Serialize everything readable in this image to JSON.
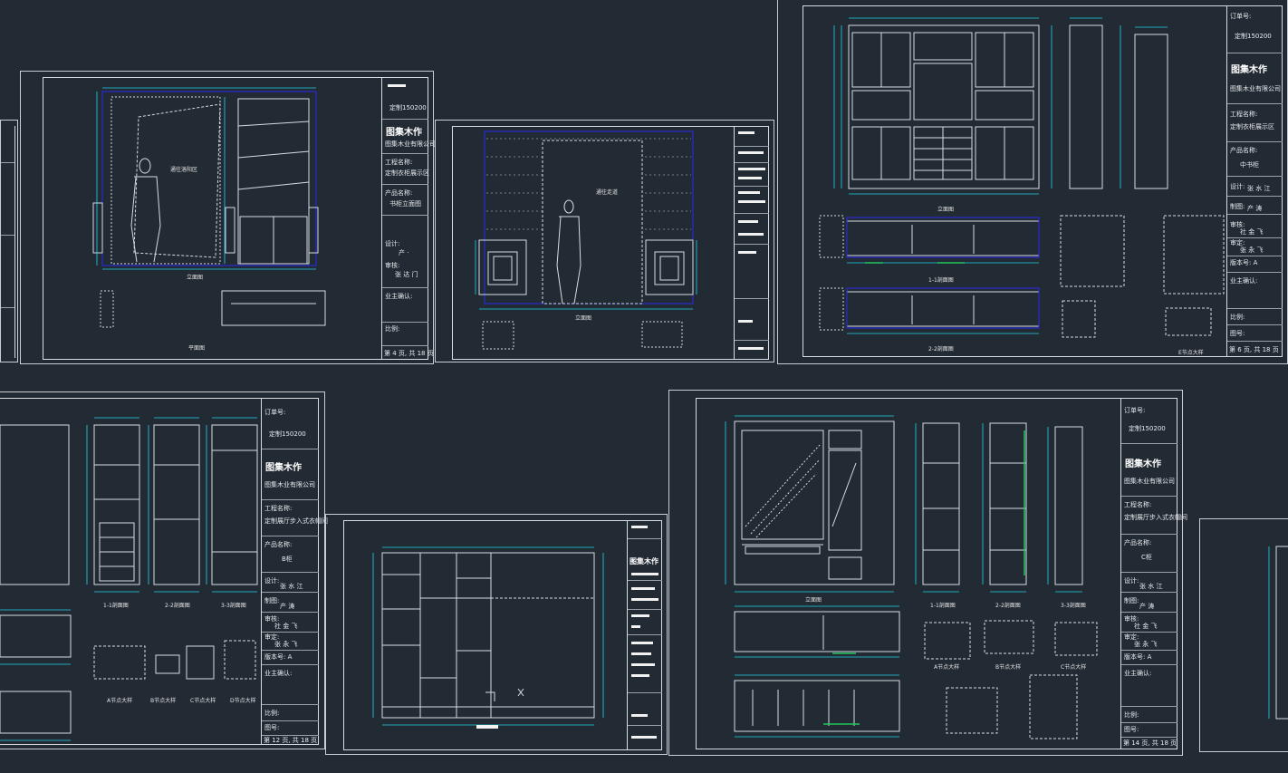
{
  "sheets": {
    "upper_left": {
      "labels": {
        "elevation_main": "通往洛阳区",
        "elevation_caption": "立面图",
        "plan_caption": "平面图"
      },
      "title_block": {
        "order_line": "定制150200",
        "company_logo": "图集木作",
        "company_name": "图集木业有限公司",
        "project_label": "工程名称:",
        "project_value": "定制衣柜展示区",
        "product_label": "产品名称:",
        "product_value": "书柜立面图",
        "designer_label": "设计:",
        "designer_value": "产 ·",
        "drafter_label": "审核:",
        "drafter_value": "张 达 门",
        "notes_label": "业主确认:",
        "scale_label": "比例:",
        "page_line": "第 4 页, 共 18 页"
      }
    },
    "upper_middle": {
      "labels": {
        "elevation_main": "通往走道",
        "elevation_caption": "立面图"
      }
    },
    "upper_right": {
      "labels": {
        "section_1": "1-1剖面图",
        "section_2": "2-2剖面图",
        "detail": "E节点大样",
        "front": "立面图"
      },
      "title_block": {
        "order_label": "订单号:",
        "order_value": "定制150200",
        "company_logo": "图集木作",
        "company_name": "图集木业有限公司",
        "project_label": "工程名称:",
        "project_value": "定制衣柜展示区",
        "product_label": "产品名称:",
        "product_value": "中书柜",
        "designer_label": "设计:",
        "designer_value": "张 水 江",
        "drafter_label": "制图:",
        "drafter_value": "产 涛",
        "checker_label": "审核:",
        "checker_value": "社 金 飞",
        "approver_label": "审定:",
        "approver_value": "张 永 飞",
        "version_label": "版本号: A",
        "notes_label": "业主确认:",
        "scale_label": "比例:",
        "drawing_no_label": "图号:",
        "page_line": "第 6 页, 共 18 页"
      }
    },
    "lower_left": {
      "labels": {
        "section_1": "1-1剖面图",
        "section_2": "2-2剖面图",
        "section_3": "3-3剖面图",
        "detail_a": "A节点大样",
        "detail_b": "B节点大样",
        "detail_c": "C节点大样",
        "detail_d": "D节点大样"
      },
      "title_block": {
        "order_label": "订单号:",
        "order_value": "定制150200",
        "company_logo": "图集木作",
        "company_name": "图集木业有限公司",
        "project_label": "工程名称:",
        "project_value": "定制展厅步入式衣帽间",
        "product_label": "产品名称:",
        "product_value": "B柜",
        "designer_label": "设计:",
        "designer_value": "张 水 江",
        "drafter_label": "制图:",
        "drafter_value": "产 涛",
        "checker_label": "审核:",
        "checker_value": "社 金 飞",
        "approver_label": "审定:",
        "approver_value": "张 永 飞",
        "version_label": "版本号: A",
        "notes_label": "业主确认:",
        "scale_label": "比例:",
        "drawing_no_label": "图号:",
        "page_line": "第 12 页, 共 18 页"
      }
    },
    "lower_middle": {
      "title_block": {
        "company_logo": "图集木作"
      }
    },
    "lower_right": {
      "labels": {
        "front": "立面图",
        "section_1": "1-1剖面图",
        "section_2": "2-2剖面图",
        "section_3": "3-3剖面图",
        "detail_a": "A节点大样",
        "detail_b": "B节点大样",
        "detail_c": "C节点大样"
      },
      "title_block": {
        "order_label": "订单号:",
        "order_value": "定制150200",
        "company_logo": "图集木作",
        "company_name": "图集木业有限公司",
        "project_label": "工程名称:",
        "project_value": "定制展厅步入式衣帽间",
        "product_label": "产品名称:",
        "product_value": "C柜",
        "designer_label": "设计:",
        "designer_value": "张 水 江",
        "drafter_label": "制图:",
        "drafter_value": "产 涛",
        "checker_label": "审核:",
        "checker_value": "社 金 飞",
        "approver_label": "审定:",
        "approver_value": "张 永 飞",
        "version_label": "版本号: A",
        "notes_label": "业主确认:",
        "scale_label": "比例:",
        "drawing_no_label": "图号:",
        "page_line": "第 14 页, 共 18 页"
      }
    }
  },
  "colors": {
    "background": "#222a33",
    "frame": "#d9dde1",
    "cyan": "#22d3ee",
    "blue": "#2a2af0",
    "green": "#22c55e",
    "line": "#d8dce0"
  }
}
